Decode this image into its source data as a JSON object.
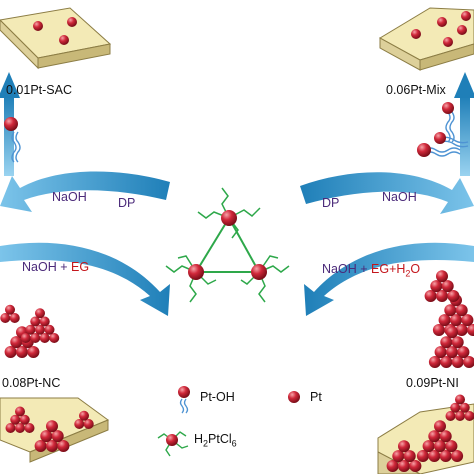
{
  "samples": {
    "top_left": "0.01Pt-SAC",
    "top_right": "0.06Pt-Mix",
    "bottom_left": "0.08Pt-NC",
    "bottom_right": "0.09Pt-NI"
  },
  "routes": {
    "upper_left": {
      "reagent_a": "NaOH",
      "reagent_b": "DP"
    },
    "upper_right": {
      "reagent_a": "DP",
      "reagent_b": "NaOH"
    },
    "lower_left": {
      "base": "NaOH",
      "plus": "+",
      "additive": "EG"
    },
    "lower_right": {
      "base": "NaOH",
      "plus": "+",
      "additive_main": "EG+H",
      "additive_sub": "2",
      "additive_end": "O"
    }
  },
  "legend": {
    "pt_oh": "Pt-OH",
    "pt": "Pt",
    "precursor_main": "H",
    "precursor_sub1": "2",
    "precursor_mid": "PtCl",
    "precursor_sub2": "6"
  },
  "colors": {
    "sphere": "#d0283a",
    "sphere_highlight": "#f7a3a8",
    "arrow_blue": "#2a8ec7",
    "support_top": "#f3eab6",
    "support_side": "#c8b878",
    "ligand_blue": "#4e93d3",
    "ligand_green": "#2ea84a",
    "reagent_text": "#4b2a7a",
    "highlight_text": "#c4161c"
  }
}
